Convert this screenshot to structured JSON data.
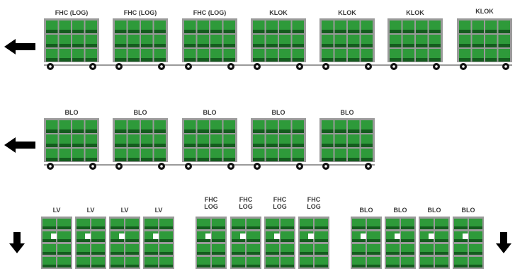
{
  "row1": {
    "direction": "left",
    "carts": [
      {
        "label": "FHC (LOG)"
      },
      {
        "label": "FHC (LOG)"
      },
      {
        "label": "FHC (LOG)"
      },
      {
        "label": "KLOK"
      },
      {
        "label": "KLOK"
      },
      {
        "label": "KLOK"
      },
      {
        "label": "KLOK"
      }
    ]
  },
  "row2": {
    "direction": "left",
    "carts": [
      {
        "label": "BLO"
      },
      {
        "label": "BLO"
      },
      {
        "label": "BLO"
      },
      {
        "label": "BLO"
      },
      {
        "label": "BLO"
      }
    ]
  },
  "row3": {
    "direction": "down",
    "groups": [
      {
        "racks": [
          {
            "label": "LV"
          },
          {
            "label": "LV"
          },
          {
            "label": "LV"
          },
          {
            "label": "LV"
          }
        ]
      },
      {
        "racks": [
          {
            "label_line1": "FHC",
            "label_line2": "LOG"
          },
          {
            "label_line1": "FHC",
            "label_line2": "LOG"
          },
          {
            "label_line1": "FHC",
            "label_line2": "LOG"
          },
          {
            "label_line1": "FHC",
            "label_line2": "LOG"
          }
        ]
      },
      {
        "racks": [
          {
            "label": "BLO"
          },
          {
            "label": "BLO"
          },
          {
            "label": "BLO"
          },
          {
            "label": "BLO"
          }
        ]
      }
    ]
  },
  "colors": {
    "bin_green": "#2e9a3a",
    "bin_dark": "#145c1e",
    "frame": "#9a9a9a",
    "wheel": "#111111",
    "arrow": "#000000"
  }
}
